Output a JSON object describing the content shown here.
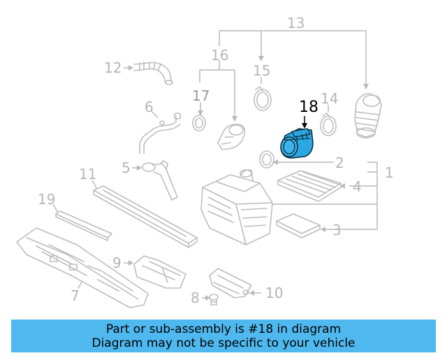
{
  "diagram": {
    "callouts": {
      "c1": "1",
      "c2": "2",
      "c3": "3",
      "c4": "4",
      "c5": "5",
      "c6": "6",
      "c7": "7",
      "c8": "8",
      "c9": "9",
      "c10": "10",
      "c11": "11",
      "c12": "12",
      "c13": "13",
      "c14": "14",
      "c15": "15",
      "c16": "16",
      "c17": "17",
      "c18": "18",
      "c19": "19"
    },
    "highlighted_part": "18",
    "colors": {
      "highlight_fill": "#2aa6e3",
      "line_gray": "#bdbdbd",
      "banner_bg": "#4fb9ef"
    }
  },
  "banner": {
    "line1": "Part or sub-assembly is #18 in diagram",
    "line2": "Diagram may not be specific to your vehicle"
  }
}
